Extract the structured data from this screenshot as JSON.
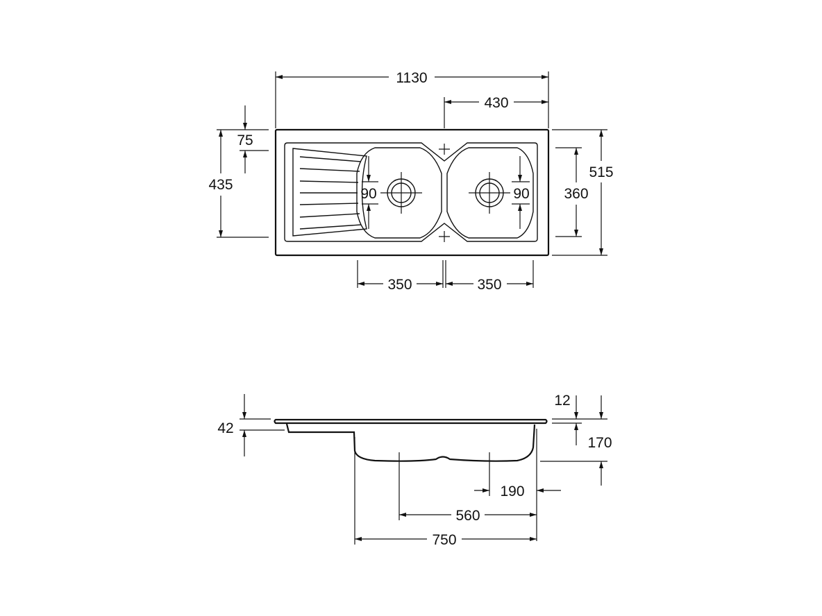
{
  "top_view": {
    "overall_length": "1130",
    "bowl_offset_right": "430",
    "rim_to_bowl": "75",
    "drainer_depth": "435",
    "overall_depth": "515",
    "bowl_depth": "360",
    "drain_left_offset": "90",
    "drain_right_offset": "90",
    "bowl_left_width": "350",
    "bowl_right_width": "350"
  },
  "side_view": {
    "rim_height": "42",
    "lip_thickness": "12",
    "bowl_depth": "170",
    "drain_to_edge": "190",
    "drain_spacing": "560",
    "bowls_width": "750"
  }
}
